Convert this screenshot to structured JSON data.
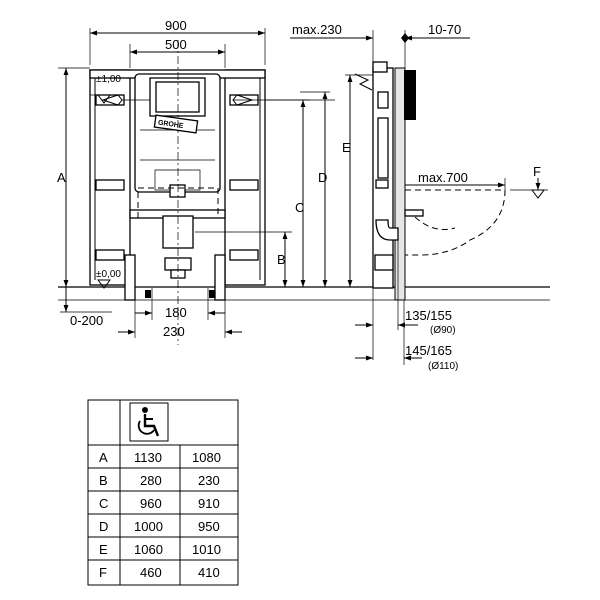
{
  "dimensions": {
    "width_total": "900",
    "width_inner": "500",
    "depth_max": "max.230",
    "adjust": "10-70",
    "level_top": "±1,00",
    "level_zero": "±0,00",
    "floor_range": "0-200",
    "spacing_a": "180",
    "spacing_b": "230",
    "bowl_max": "max.700",
    "pipe_1": "135/155",
    "pipe_1_diam": "(Ø90)",
    "pipe_2": "145/165",
    "pipe_2_diam": "(Ø110)"
  },
  "letters": {
    "A": "A",
    "B": "B",
    "C": "C",
    "D": "D",
    "E": "E",
    "F": "F"
  },
  "brand": "GROHE",
  "table": {
    "header_icon": "wheelchair-icon",
    "rows": [
      {
        "label": "A",
        "standard": "1130",
        "accessible": "1080"
      },
      {
        "label": "B",
        "standard": "280",
        "accessible": "230"
      },
      {
        "label": "C",
        "standard": "960",
        "accessible": "910"
      },
      {
        "label": "D",
        "standard": "1000",
        "accessible": "950"
      },
      {
        "label": "E",
        "standard": "1060",
        "accessible": "1010"
      },
      {
        "label": "F",
        "standard": "460",
        "accessible": "410"
      }
    ]
  }
}
